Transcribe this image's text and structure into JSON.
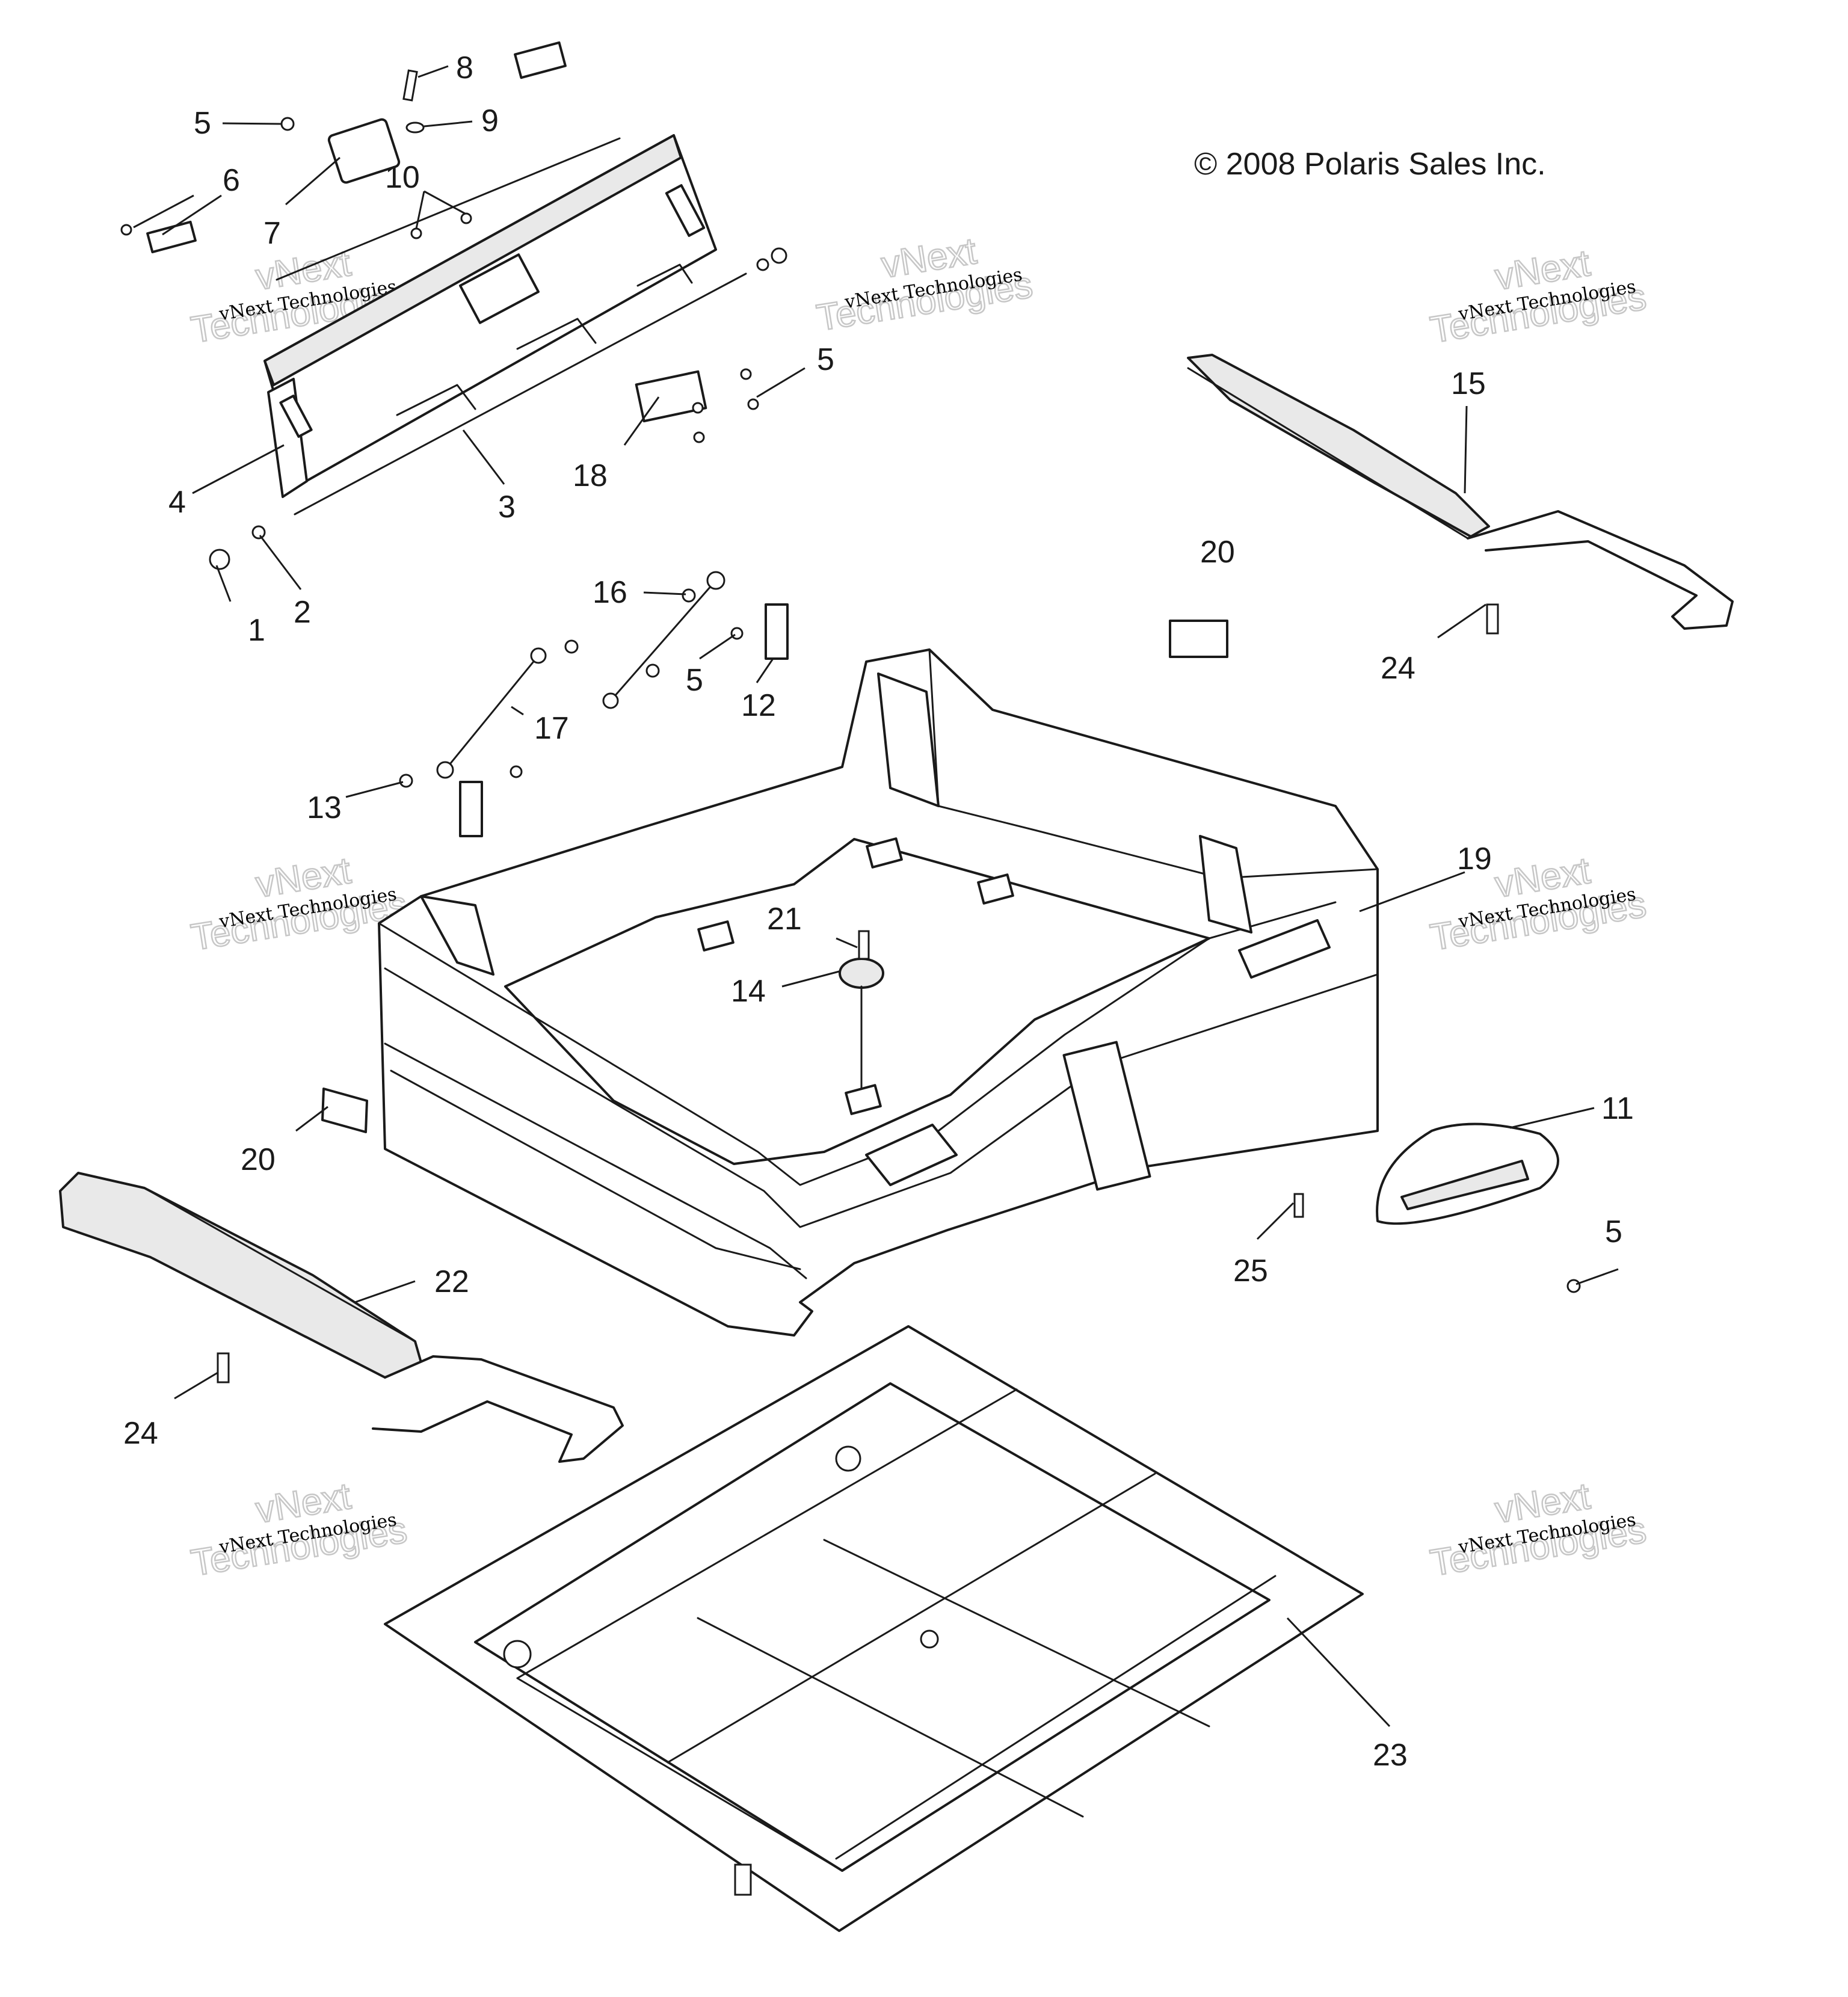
{
  "copyright": "© 2008 Polaris Sales Inc.",
  "watermark": {
    "line1": "vNext Technologies",
    "line2": "vNext",
    "line3": "Technologies"
  },
  "callouts": {
    "c1": "1",
    "c2": "2",
    "c3": "3",
    "c4": "4",
    "c5a": "5",
    "c5b": "5",
    "c5c": "5",
    "c5d": "5",
    "c6": "6",
    "c7": "7",
    "c8": "8",
    "c9": "9",
    "c10": "10",
    "c11": "11",
    "c12": "12",
    "c13": "13",
    "c14": "14",
    "c15": "15",
    "c16": "16",
    "c17": "17",
    "c18": "18",
    "c19": "19",
    "c20a": "20",
    "c20b": "20",
    "c21": "21",
    "c22": "22",
    "c23": "23",
    "c24a": "24",
    "c24b": "24",
    "c25": "25"
  }
}
